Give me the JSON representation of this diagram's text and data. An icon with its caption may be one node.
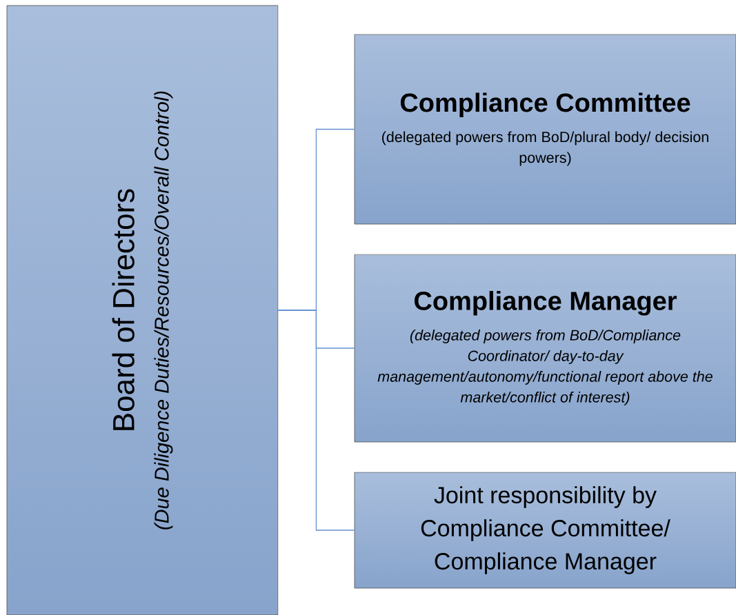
{
  "diagram": {
    "nodes": [
      {
        "text": [
          "Board of Directors",
          "(Due Diligence Duties/Resources/Overall Control)"
        ]
      },
      {
        "text": [
          "Compliance Committee",
          "(delegated powers from BoD/plural body/ decision powers)"
        ]
      },
      {
        "text": [
          "Compliance Manager",
          "(delegated powers from BoD/Compliance Coordinator/ day-to-day management/autonomy/functional report above the market/conflict of interest)"
        ]
      },
      {
        "text": [
          "Joint responsibility by Compliance Committee/ Compliance Manager"
        ]
      }
    ],
    "edges": [
      {
        "from": 0,
        "to": 1,
        "arrow": "none"
      },
      {
        "from": 0,
        "to": 2,
        "arrow": "none"
      },
      {
        "from": 0,
        "to": 3,
        "arrow": "none"
      }
    ]
  }
}
